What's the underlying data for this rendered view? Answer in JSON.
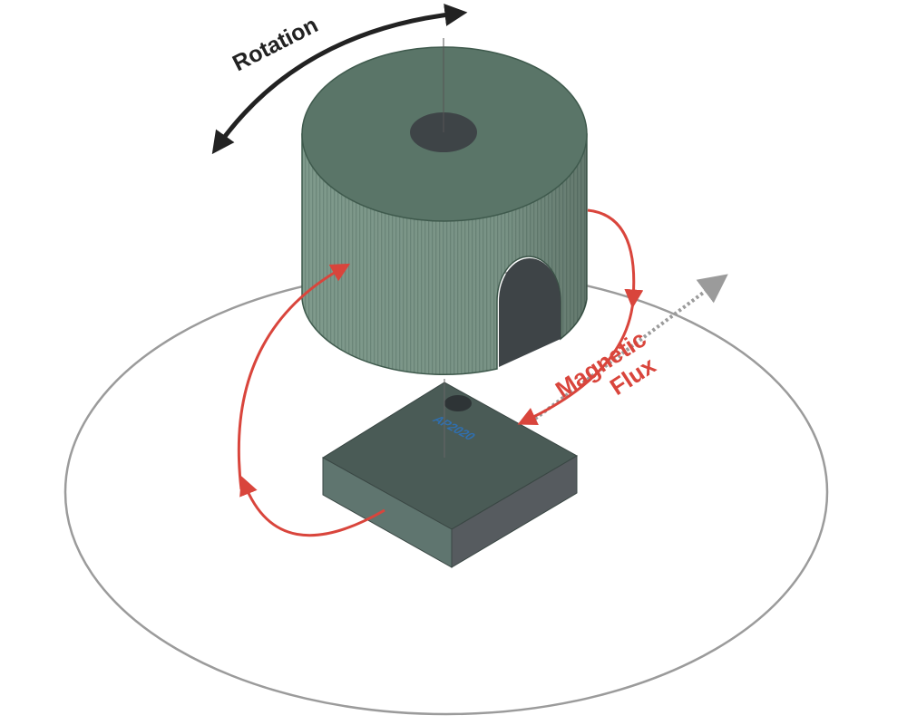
{
  "labels": {
    "rotation": "Rotation",
    "flux_line1": "Magnetic",
    "flux_line2": "Flux",
    "chip_marking": "AP2020"
  },
  "colors": {
    "magnet_top": "#5a7568",
    "magnet_side": "#7f9a8c",
    "magnet_side_dark": "#647e71",
    "hole": "#3e4447",
    "chip_top": "#4a5b56",
    "chip_front": "#5f756f",
    "chip_right": "#565b5f",
    "flux_red": "#d9453c",
    "rotation_dark": "#222222",
    "ellipse_grey": "#9b9b9b",
    "chip_text_blue": "#2f6fb0"
  },
  "icons": {
    "rotation_arrow": "double-headed-curved-arrow-icon",
    "flux_arrows": "red-curved-arrow-icon",
    "axis_arrow": "dashed-grey-arrow-icon"
  }
}
